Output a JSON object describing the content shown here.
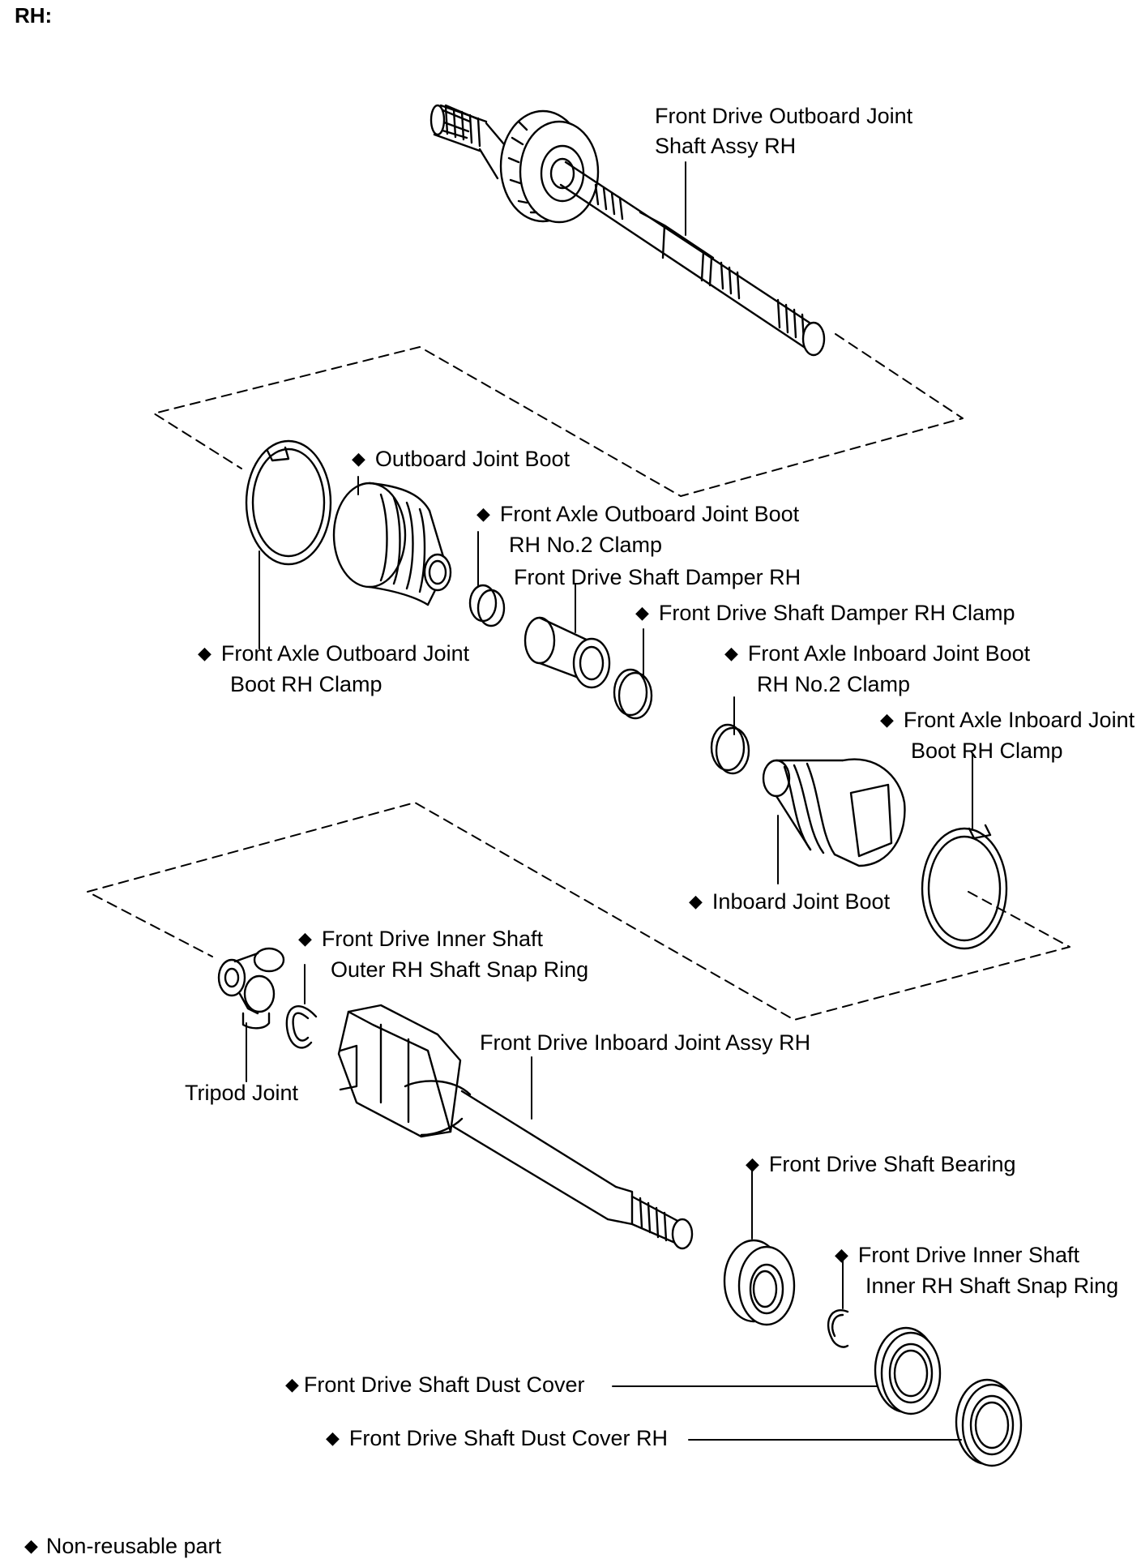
{
  "heading": "RH:",
  "marker": "◆",
  "labels": {
    "outboard_assy_1": "Front Drive Outboard Joint",
    "outboard_assy_2": "Shaft Assy RH",
    "outboard_boot": "Outboard Joint Boot",
    "outboard_clamp2_1": "Front Axle Outboard Joint Boot",
    "outboard_clamp2_2": "RH No.2 Clamp",
    "damper": "Front Drive Shaft Damper RH",
    "damper_clamp": "Front Drive Shaft Damper RH Clamp",
    "outboard_clamp_1": "Front Axle Outboard Joint",
    "outboard_clamp_2": "Boot RH Clamp",
    "inboard_clamp2_1": "Front Axle Inboard Joint Boot",
    "inboard_clamp2_2": "RH No.2 Clamp",
    "inboard_clamp_1": "Front Axle Inboard Joint",
    "inboard_clamp_2": "Boot RH Clamp",
    "inboard_boot": "Inboard Joint Boot",
    "outer_snap_1": "Front Drive Inner Shaft",
    "outer_snap_2": "Outer RH Shaft Snap Ring",
    "inboard_assy": "Front Drive Inboard Joint Assy RH",
    "tripod": "Tripod Joint",
    "bearing": "Front Drive Shaft Bearing",
    "inner_snap_1": "Front Drive Inner Shaft",
    "inner_snap_2": "Inner RH Shaft Snap Ring",
    "dust_cover": "Front Drive Shaft Dust Cover",
    "dust_cover_rh": "Front Drive Shaft Dust Cover RH"
  },
  "legend": "Non-reusable part"
}
